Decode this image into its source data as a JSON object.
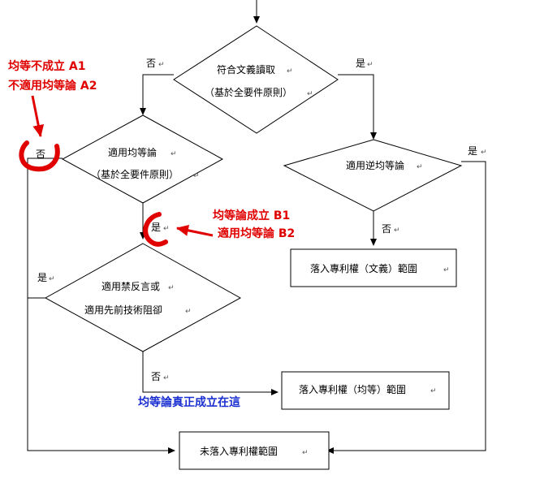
{
  "nodes": {
    "d1_line1": "符合文義讀取",
    "d1_line2": "（基於全要件原則）",
    "d2_line1": "適用均等論",
    "d2_line2": "（基於全要件原則）",
    "d3_line1": "適用逆均等論",
    "d4_line1": "適用禁反言或",
    "d4_line2": "適用先前技術阻卻",
    "box_literal": "落入專利權（文義）範圍",
    "box_equiv": "落入專利權（均等）範圍",
    "box_none": "未落入專利權範圍"
  },
  "labels": {
    "no": "否",
    "yes": "是"
  },
  "annotations": {
    "a1": "均等不成立  A1",
    "a2": "不適用均等論  A2",
    "b1": "均等論成立 B1",
    "b2": "適用均等論  B2",
    "blue": "均等論真正成立在這"
  },
  "colors": {
    "red": "#e00000",
    "blue": "#1a2fd0",
    "line": "#000000"
  }
}
